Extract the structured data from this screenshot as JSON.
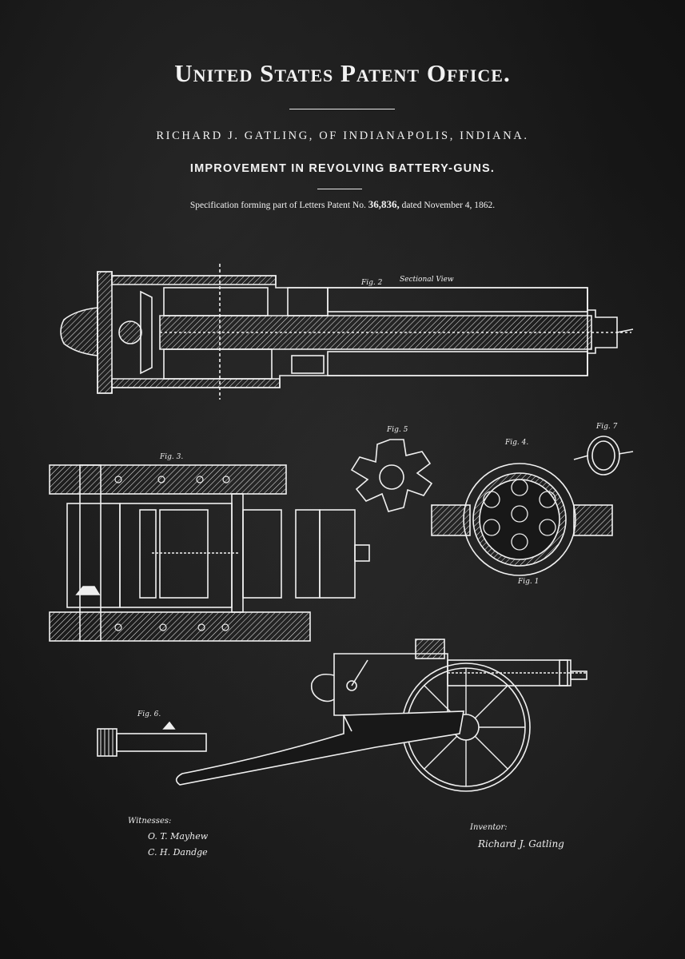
{
  "header": {
    "office": "United States Patent Office.",
    "inventor_line": "RICHARD J. GATLING, OF INDIANAPOLIS, INDIANA.",
    "subject": "IMPROVEMENT IN REVOLVING BATTERY-GUNS.",
    "spec_prefix": "Specification forming part of Letters Patent No.",
    "patent_number": "36,836,",
    "spec_suffix": "dated November 4, 1862."
  },
  "figures": {
    "fig2": "Fig. 2",
    "fig2_caption": "Sectional View",
    "fig3": "Fig. 3.",
    "fig5": "Fig. 5",
    "fig4": "Fig. 4.",
    "fig7": "Fig. 7",
    "fig1": "Fig. 1",
    "fig6": "Fig. 6."
  },
  "signatures": {
    "witnesses_label": "Witnesses:",
    "witness_1": "O. T. Mayhew",
    "witness_2": "C. H. Dandge",
    "inventor_label": "Inventor:",
    "inventor_sig": "Richard J. Gatling"
  }
}
